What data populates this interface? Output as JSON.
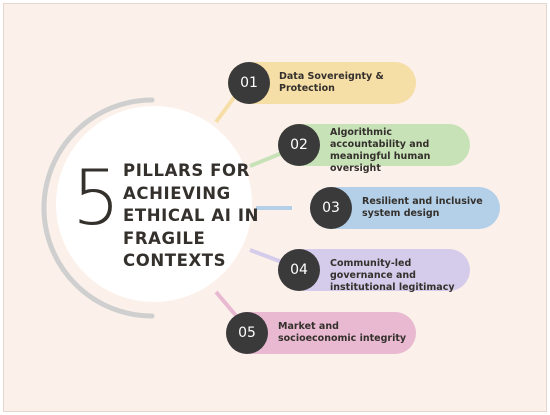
{
  "diagram": {
    "number": "5",
    "title": "Pillars for achieving ethical AI in fragile contexts",
    "pillars": [
      {
        "num": "01",
        "text": "Data Sovereignty & Protection",
        "color": "#f6dea7"
      },
      {
        "num": "02",
        "text": "Algorithmic accountability and meaningful human oversight",
        "color": "#c8e2b8"
      },
      {
        "num": "03",
        "text": "Resilient and inclusive system design",
        "color": "#b4d0e8"
      },
      {
        "num": "04",
        "text": "Community-led governance and institutional legitimacy",
        "color": "#d5cbea"
      },
      {
        "num": "05",
        "text": "Market and socioeconomic integrity",
        "color": "#e8b9d0"
      }
    ],
    "ring_color": "#cfcfcf",
    "badge_color": "#3a3a3a"
  }
}
